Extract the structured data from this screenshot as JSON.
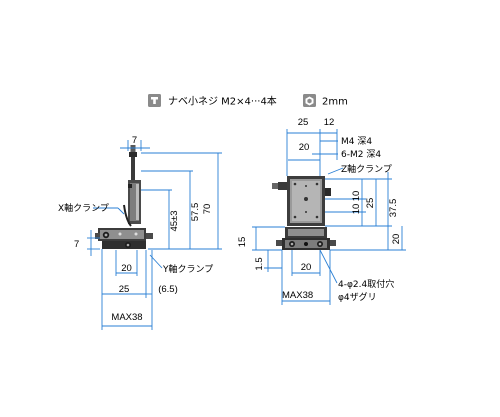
{
  "legend": {
    "screw_icon": "screw-head-icon",
    "screw_text": "ナベ小ネジ M2×4···4本",
    "hex_icon": "hex-wrench-icon",
    "hex_text": "2mm"
  },
  "left_view": {
    "dims": {
      "top_7": "7",
      "h_45": "45±3",
      "h_57": "57.5",
      "h_70": "70",
      "left_7": "7",
      "w_20": "20",
      "w_25": "25",
      "w_6_5": "(6.5)",
      "max": "MAX38"
    },
    "labels": {
      "x_clamp": "X軸クランプ",
      "y_clamp": "Y軸クランプ"
    }
  },
  "right_view": {
    "dims": {
      "top_25": "25",
      "top_12": "12",
      "w_20": "20",
      "v_10a": "10",
      "v_10b": "10",
      "v_25": "25",
      "v_37_5": "37.5",
      "v_20": "20",
      "left_15": "15",
      "left_1_5": "1.5",
      "bottom_20": "20",
      "max": "MAX38"
    },
    "labels": {
      "m4": "M4 深4",
      "m2": "6-M2 深4",
      "z_clamp": "Z軸クランプ",
      "hole": "4-φ2.4取付穴",
      "counterbore": "φ4ザグリ"
    }
  },
  "colors": {
    "dimension": "#2a7fd4",
    "part": "#1a1a1a"
  }
}
